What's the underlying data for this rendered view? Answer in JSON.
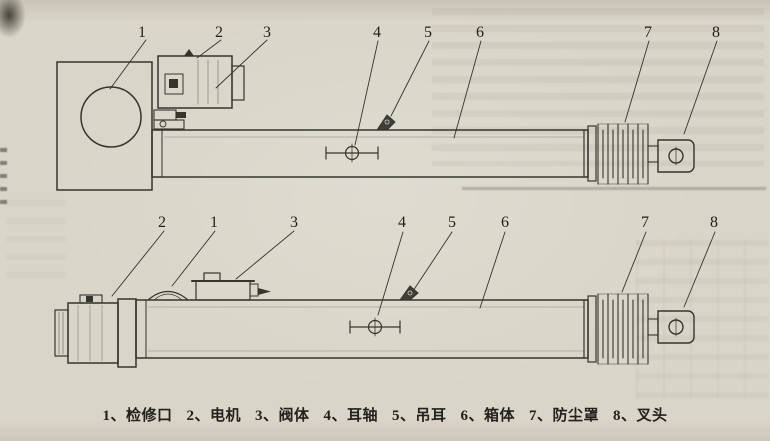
{
  "views": {
    "top": {
      "callouts": [
        "1",
        "2",
        "3",
        "4",
        "5",
        "6",
        "7",
        "8"
      ]
    },
    "bottom": {
      "callouts": [
        "2",
        "1",
        "3",
        "4",
        "5",
        "6",
        "7",
        "8"
      ]
    }
  },
  "caption": {
    "items": [
      "1、检修口",
      "2、电机",
      "3、阀体",
      "4、耳轴",
      "5、吊耳",
      "6、箱体",
      "7、防尘罩",
      "8、叉头"
    ]
  }
}
